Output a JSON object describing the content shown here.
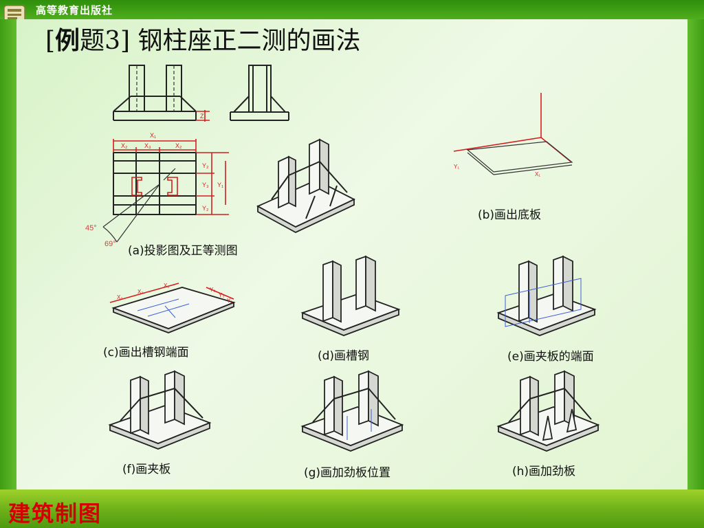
{
  "header": {
    "publisher": "高等教育出版社"
  },
  "title": {
    "bracket_open": "[",
    "bold": "例",
    "rest": "题3] 钢柱座正二测的画法"
  },
  "captions": {
    "a": "(a)投影图及正等测图",
    "b": "(b)画出底板",
    "c": "(c)画出槽钢端面",
    "d": "(d)画槽钢",
    "e": "(e)画夹板的端面",
    "f": "(f)画夹板",
    "g": "(g)画加劲板位置",
    "h": "(h)画加劲板"
  },
  "dims": {
    "x1": "X₁",
    "x2": "X₂",
    "x3": "X₃",
    "y1": "Y₁",
    "y2": "Y₂",
    "y3": "Y₃",
    "z": "Z",
    "angle45": "45°",
    "angle69": "69°"
  },
  "footer": "建筑制图",
  "colors": {
    "frame_green": "#3c9a12",
    "footer_red": "#d40000",
    "dim_red": "#d21e1e",
    "guide_blue": "#3b5fd6"
  },
  "icons": {
    "logo": "publisher-logo-icon"
  }
}
